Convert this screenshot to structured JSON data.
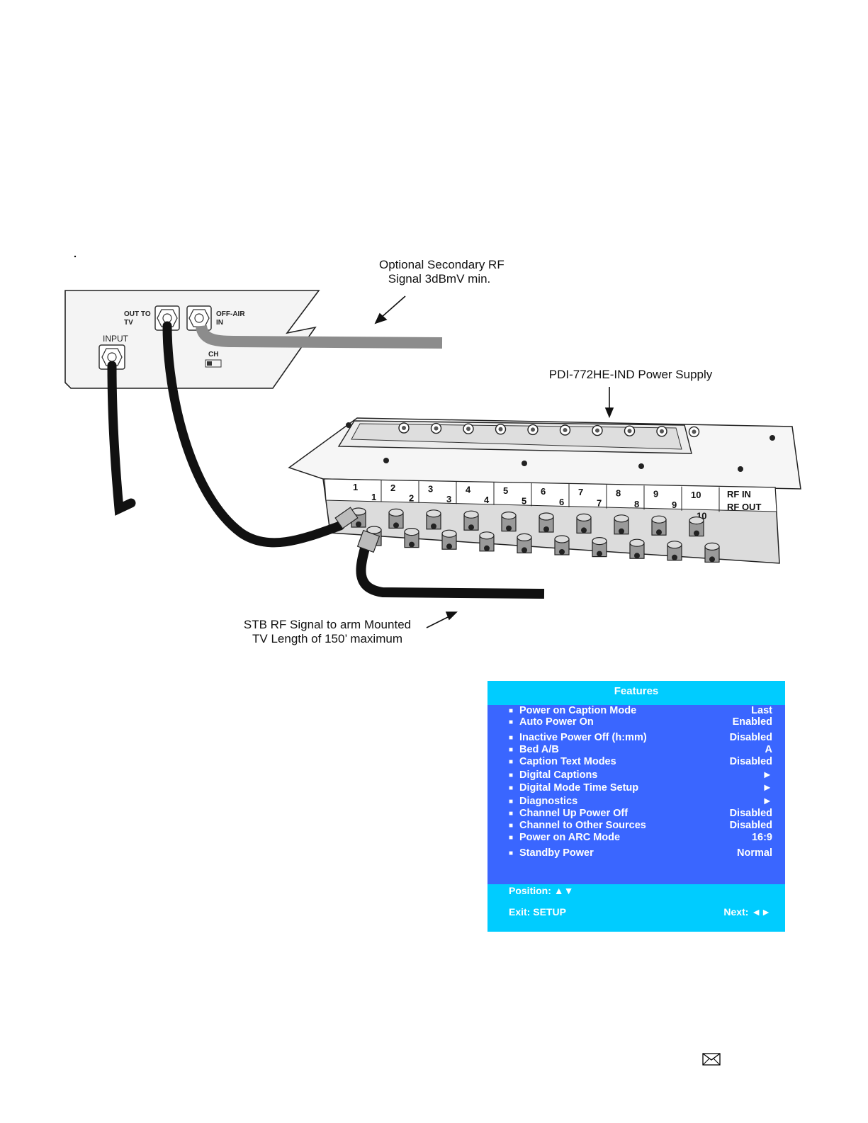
{
  "callouts": {
    "secondary_rf": [
      "Optional Secondary RF",
      "Signal 3dBmV min."
    ],
    "power_supply": "PDI-772HE-IND Power Supply",
    "stb_signal": [
      "STB RF Signal to arm Mounted",
      "TV Length of 150’ maximum"
    ]
  },
  "tv_panel": {
    "input": "INPUT",
    "out_to_tv": [
      "OUT TO",
      "TV"
    ],
    "off_air_in": [
      "OFF-AIR",
      "IN"
    ],
    "ch": "CH"
  },
  "splitter": {
    "port_numbers": [
      "1",
      "2",
      "3",
      "4",
      "5",
      "6",
      "7",
      "8",
      "9",
      "10"
    ],
    "rf_in": "RF IN",
    "rf_out": "RF OUT"
  },
  "menu": {
    "title": "Features",
    "items": [
      {
        "label": "Power on Caption Mode",
        "value": "Last"
      },
      {
        "label": "Auto Power On",
        "value": "Enabled"
      },
      {
        "label": "Inactive Power Off (h:mm)",
        "value": "Disabled"
      },
      {
        "label": "Bed A/B",
        "value": "A"
      },
      {
        "label": "Caption Text Modes",
        "value": "Disabled"
      },
      {
        "label": "Digital Captions",
        "value": "►"
      },
      {
        "label": "Digital Mode Time Setup",
        "value": "►"
      },
      {
        "label": "Diagnostics",
        "value": "►"
      },
      {
        "label": "Channel Up Power Off",
        "value": "Disabled"
      },
      {
        "label": "Channel to Other Sources",
        "value": "Disabled"
      },
      {
        "label": "Power on ARC Mode",
        "value": "16:9"
      },
      {
        "label": "Standby Power",
        "value": "Normal"
      }
    ],
    "position_hint": "Position: ▲▼",
    "exit_hint": "Exit: SETUP",
    "next_hint": "Next: ◄►"
  },
  "icons": {
    "footer_icon": "envelope-icon"
  }
}
